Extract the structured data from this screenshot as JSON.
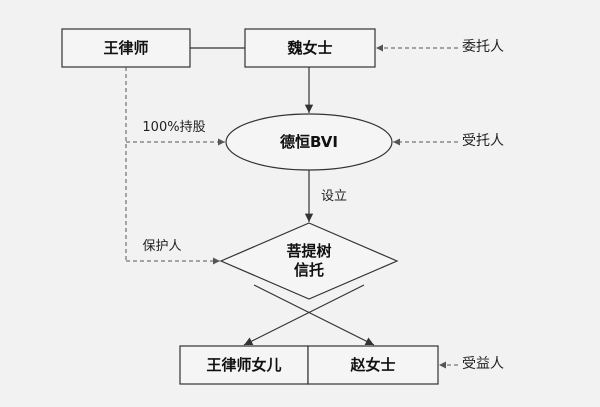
{
  "nodes": {
    "lawyer": "王律师",
    "wei": "魏女士",
    "bvi": "德恒BVI",
    "trust_line1": "菩提树",
    "trust_line2": "信托",
    "daughter": "王律师女儿",
    "zhao": "赵女士"
  },
  "edge_labels": {
    "holding": "100%持股",
    "establish": "设立",
    "protector": "保护人"
  },
  "roles": {
    "settlor": "委托人",
    "trustee": "受托人",
    "beneficiary": "受益人"
  }
}
